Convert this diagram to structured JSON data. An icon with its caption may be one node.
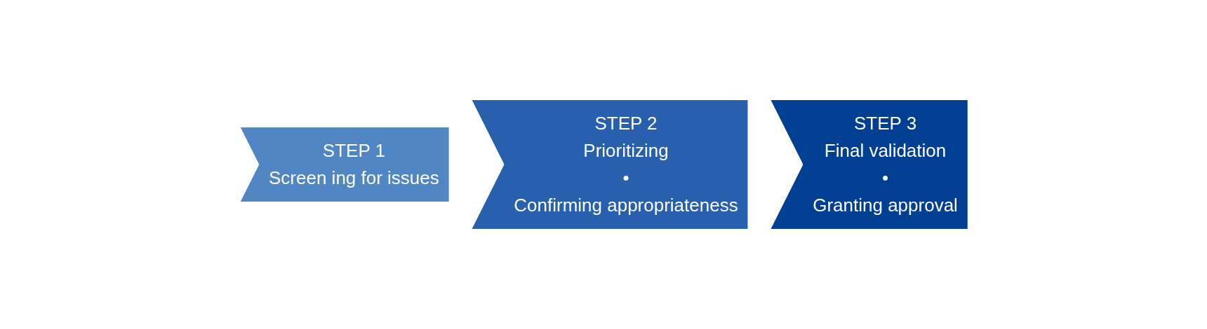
{
  "diagram": {
    "nodes": [
      {
        "text": [
          "STEP 1",
          "Screen ing for issues"
        ]
      },
      {
        "text": [
          "STEP 2",
          "Prioritizing",
          "•",
          "Confirming appropriateness"
        ]
      },
      {
        "text": [
          "STEP 3",
          "Final validation",
          "•",
          "Granting approval"
        ]
      }
    ],
    "edges": []
  }
}
